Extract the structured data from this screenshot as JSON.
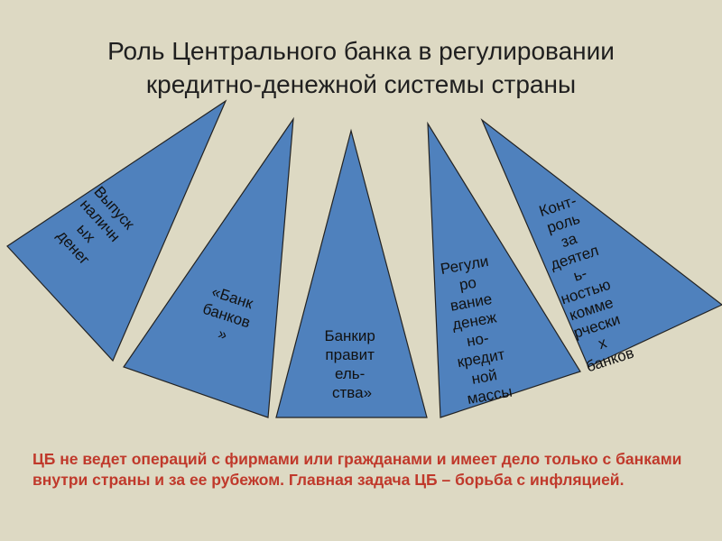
{
  "slide": {
    "title_lines": [
      "Роль Центрального банка в регулировании",
      "кредитно-денежной системы страны"
    ],
    "functions": [
      {
        "id": "cash",
        "lines": [
          "Выпуск",
          "наличн",
          "ых",
          "денег"
        ]
      },
      {
        "id": "bank-of-banks",
        "lines": [
          "«Банк",
          "банков",
          "»"
        ]
      },
      {
        "id": "gov-banker",
        "lines": [
          "Банкир",
          "правит",
          "ель-",
          "ства»"
        ]
      },
      {
        "id": "money-supply",
        "lines": [
          "Регули",
          "ро",
          "вание",
          "денеж",
          "но-",
          "кредит",
          "ной",
          "массы"
        ]
      },
      {
        "id": "bank-control",
        "lines": [
          "Конт-",
          "роль",
          "за",
          "деятел",
          "ь-",
          "ностью",
          "комме",
          "рчески",
          "х",
          "банков"
        ]
      }
    ],
    "note": "ЦБ не ведет операций с фирмами или гражданами и имеет дело только с банками внутри страны и за ее рубежом. Главная задача ЦБ – борьба с инфляцией."
  },
  "colors": {
    "background": "#ddd9c3",
    "triangle_fill": "#4f81bd",
    "note_text": "#c0392b"
  }
}
